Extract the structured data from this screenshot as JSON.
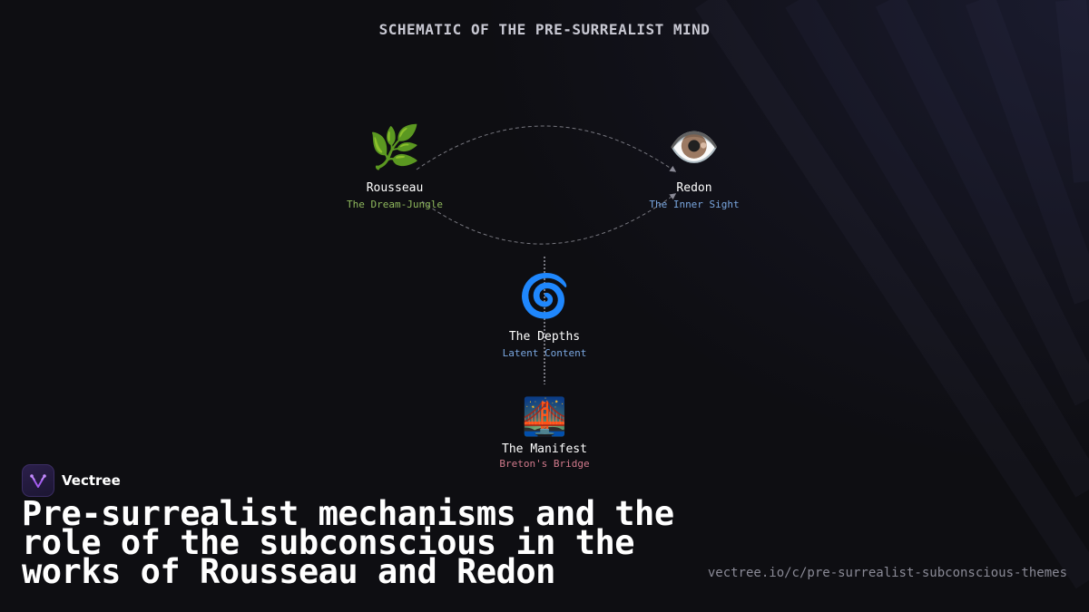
{
  "diagram": {
    "title": "SCHEMATIC OF THE PRE-SURREALIST MIND",
    "nodes": [
      {
        "id": "rousseau",
        "icon": "🌿",
        "icon_name": "leaf-icon",
        "title": "Rousseau",
        "subtitle": "The Dream-Jungle",
        "subtitle_color": "#8fb95d"
      },
      {
        "id": "redon",
        "icon": "👁️",
        "icon_name": "eye-icon",
        "title": "Redon",
        "subtitle": "The Inner Sight",
        "subtitle_color": "#7aa7e0"
      },
      {
        "id": "depths",
        "icon": "🌀",
        "icon_name": "spiral-icon",
        "title": "The Depths",
        "subtitle": "Latent Content",
        "subtitle_color": "#7aa7e0"
      },
      {
        "id": "manifest",
        "icon": "🌉",
        "icon_name": "bridge-icon",
        "title": "The Manifest",
        "subtitle": "Breton's Bridge",
        "subtitle_color": "#d27a8c"
      }
    ]
  },
  "brand": {
    "name": "Vectree"
  },
  "headline": "Pre-surrealist mechanisms and the role of the subconscious in the works of Rousseau and Redon",
  "url": "vectree.io/c/pre-surrealist-subconscious-themes",
  "colors": {
    "background": "#0e0e12",
    "accent": "#a45cf0"
  }
}
